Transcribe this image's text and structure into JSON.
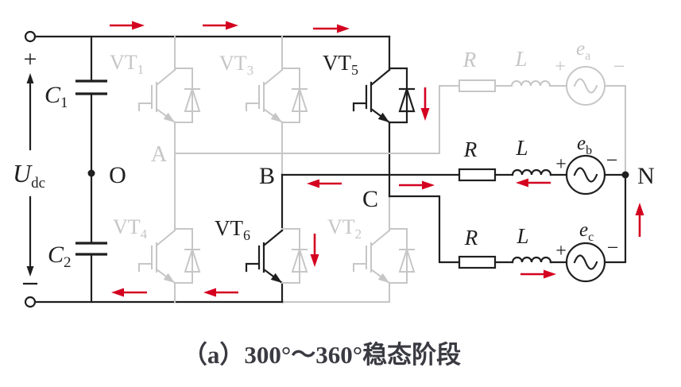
{
  "colors": {
    "active": "#1f1f1f",
    "inactive": "#c6c6c6",
    "arrow": "#d40020",
    "caption": "#3a3a42"
  },
  "caption": {
    "text": "（a）300°～360°稳态阶段"
  },
  "labels": {
    "udc": {
      "base": "U",
      "sub": "dc"
    },
    "plus": "+",
    "minus": "−",
    "c1": {
      "base": "C",
      "sub": "1"
    },
    "c2": {
      "base": "C",
      "sub": "2"
    },
    "o": "O",
    "a": "A",
    "b": "B",
    "c": "C",
    "n": "N",
    "vt1": {
      "base": "VT",
      "sub": "1"
    },
    "vt2": {
      "base": "VT",
      "sub": "2"
    },
    "vt3": {
      "base": "VT",
      "sub": "3"
    },
    "vt4": {
      "base": "VT",
      "sub": "4"
    },
    "vt5": {
      "base": "VT",
      "sub": "5"
    },
    "vt6": {
      "base": "VT",
      "sub": "6"
    },
    "r": "R",
    "l": "L",
    "ea": {
      "base": "e",
      "sub": "a"
    },
    "eb": {
      "base": "e",
      "sub": "b"
    },
    "ec": {
      "base": "e",
      "sub": "c"
    }
  }
}
